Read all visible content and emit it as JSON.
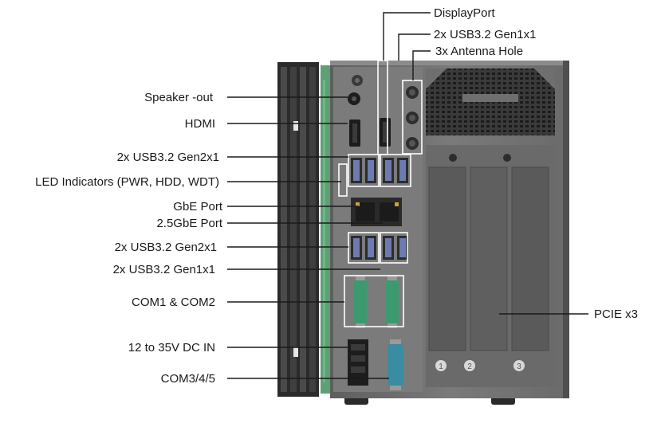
{
  "labels": {
    "speaker_out": "Speaker -out",
    "hdmi": "HDMI",
    "usb_gen2_top": "2x USB3.2 Gen2x1",
    "led_indicators": "LED Indicators (PWR, HDD, WDT)",
    "gbe_port": "GbE Port",
    "gbe25_port": "2.5GbE Port",
    "usb_gen2_bottom": "2x USB3.2 Gen2x1",
    "usb_gen1_bottom": "2x USB3.2 Gen1x1",
    "com12": "COM1 & COM2",
    "dc_in": "12 to 35V  DC IN",
    "com345": "COM3/4/5",
    "displayport": "DisplayPort",
    "usb_gen1_top": "2x USB3.2 Gen1x1",
    "antenna": "3x Antenna Hole",
    "pcie": "PCIE x3"
  },
  "slot_numbers": [
    "1",
    "2",
    "3"
  ],
  "colors": {
    "chassis": "#6f6f6f",
    "chassis_dark": "#3c3c3c",
    "panel": "#858585",
    "green_trim": "#3f8f5c",
    "db9_green": "#3c9a6e",
    "db9_teal": "#3a8ca0"
  }
}
